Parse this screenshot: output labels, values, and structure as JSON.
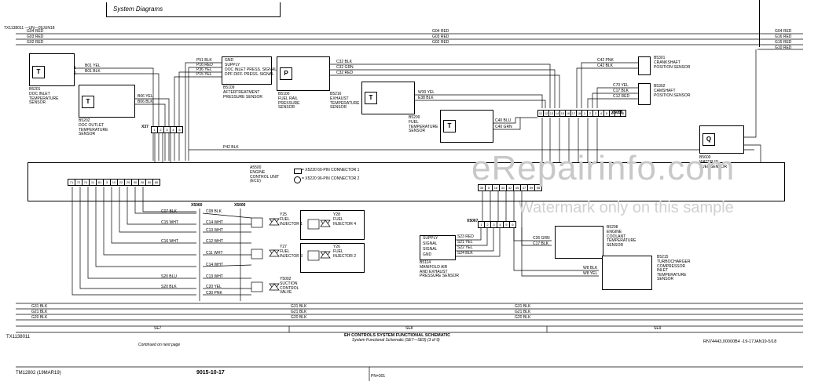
{
  "header": {
    "title": "System Diagrams"
  },
  "figure_id_top": "TX1138011 —UN—09JUN18",
  "top_buses": {
    "left": [
      "G04 RED",
      "G03 RED",
      "G02 RED"
    ],
    "mid": [
      "G04 RED",
      "G03 RED",
      "G02 RED"
    ],
    "right": [
      "G04 RED",
      "G16 RED",
      "G15 RED",
      "G10 RED"
    ]
  },
  "sensors": {
    "b5201": {
      "id": "B5201",
      "name": "DOC INLET\nTEMPERATURE\nSENSOR",
      "symbol": "T",
      "wires": [
        "B01 YEL",
        "B01 BLK"
      ],
      "pins": [
        "1",
        "2"
      ]
    },
    "b5202": {
      "id": "B5202",
      "name": "DOC OUTLET\nTEMPERATURE\nSENSOR",
      "symbol": "T",
      "wires": [
        "B06 YEL",
        "B06 BLK"
      ],
      "pins": [
        "1",
        "2"
      ]
    },
    "b5109": {
      "id": "B5109",
      "name": "AFTERTREATMENT\nPRESSURE SENSOR",
      "pin_labels": [
        "GND",
        "SUPPLY",
        "DOC INLET PRESS. SIGNAL",
        "DPF DIFF. PRESS. SIGNAL"
      ],
      "wires": [
        "P51 BLK",
        "P16 RED",
        "P36 YEL",
        "P15 YEL"
      ]
    },
    "b5100": {
      "id": "B5100",
      "name": "FUEL RAIL\nPRESSURE\nSENSOR",
      "symbol": "P",
      "wires": [
        "C32 BLK",
        "C32 GRN",
        "C32 RED"
      ]
    },
    "b5216": {
      "id": "B5216",
      "name": "EXHAUST\nTEMPERATURE\nSENSOR",
      "symbol": "T",
      "wires": [
        "W30 YEL",
        "E38 BLK"
      ]
    },
    "b5209": {
      "id": "B5209",
      "name": "FUEL\nTEMPERATURE\nSENSOR",
      "symbol": "T",
      "wires": [
        "C40 BLU",
        "C40 GRN"
      ]
    },
    "b5301": {
      "id": "B5301",
      "name": "CRANKSHAFT\nPOSITION SENSOR",
      "wires": [
        "C42 PNK",
        "C42 BLK"
      ]
    },
    "b5302": {
      "id": "B5302",
      "name": "CAMSHAFT\nPOSITION SENSOR",
      "wires": [
        "C70 YEL",
        "C17 BLK",
        "C12 RED"
      ]
    },
    "b5600": {
      "id": "B5600",
      "name": "WATER-IN-\nFUEL SENSOR",
      "symbol": "Q"
    },
    "b5114": {
      "id": "B5114",
      "name": "MANIFOLD AIR\nAND EXHAUST\nPRESSURE SENSOR",
      "pin_labels": [
        "SUPPLY",
        "SIGNAL",
        "SIGNAL",
        "GND"
      ],
      "wires": [
        "S23 RED",
        "S21 YEL",
        "S22 YEL",
        "S24 BLK"
      ]
    },
    "b5208": {
      "id": "B5208",
      "name": "ENGINE\nCOOLANT\nTEMPERATURE\nSENSOR",
      "wires": [
        "C26 GRN",
        "C17 BLK"
      ]
    },
    "b5215": {
      "id": "B5215",
      "name": "TURBOCHARGER\nCOMPRESSOR\nINLET\nTEMPERATURE\nSENSOR",
      "wires": [
        "W8 BLK",
        "W8 YEL"
      ]
    }
  },
  "connectors": {
    "x37": {
      "id": "X37",
      "pins": [
        "1",
        "2",
        "3",
        "4",
        "5"
      ]
    },
    "x5059": {
      "id": "X5059",
      "pins": [
        "11",
        "12",
        "13",
        "14",
        "15",
        "16",
        "17",
        "18",
        "1",
        "2",
        "3",
        "4",
        "5",
        "6",
        "7",
        "8"
      ]
    },
    "x5067": {
      "id": "X5067",
      "pins": [
        "1",
        "2",
        "3",
        "4",
        "5",
        "6"
      ]
    },
    "x5060": {
      "id": "X5060"
    },
    "x5000": {
      "id": "X5000"
    },
    "p16_ylw": "P42 BLK"
  },
  "ecu": {
    "id": "A5500",
    "name": "ENGINE\nCONTROL UNIT\n(ECU)",
    "legend1": "= X5220 60-PIN CONNECTOR 1",
    "legend2": "= X5220 96-PIN CONNECTOR 2",
    "left_pins": [
      "71",
      "72",
      "74",
      "11",
      "81",
      "3",
      "10",
      "22",
      "29",
      "30",
      "26",
      "50",
      "86"
    ],
    "right_pins": [
      "35",
      "5",
      "18",
      "33",
      "42",
      "45",
      "37",
      "59",
      "55"
    ]
  },
  "injectors": {
    "y25": {
      "id": "Y25",
      "name": "FUEL\nINJECTOR 1"
    },
    "y28": {
      "id": "Y28",
      "name": "FUEL\nINJECTOR 4"
    },
    "y27": {
      "id": "Y27",
      "name": "FUEL\nINJECTOR 3"
    },
    "y26": {
      "id": "Y26",
      "name": "FUEL\nINJECTOR 2"
    },
    "y5002": {
      "id": "Y5002",
      "name": "SUCTION\nCONTROL\nVALVE"
    },
    "wires_upper": [
      "C14 WHT",
      "C13 WHT",
      "C12 WHT",
      "C11 WHT"
    ],
    "wires_lower": [
      "C14 WHT",
      "C13 WHT",
      "C15 WHT",
      "C16 WHT"
    ],
    "valve_wires": [
      "C20 YEL",
      "C30 PNK"
    ],
    "misc": [
      "C07 BLK",
      "C08 BLK",
      "S20 BLU",
      "S20 BLK"
    ]
  },
  "bottom_buses": {
    "labels_left": [
      "G31 BLK",
      "G21 BLK",
      "G20 BLK"
    ],
    "labels_mid": [
      "G31 BLK",
      "G21 BLK",
      "G20 BLK"
    ],
    "labels_right": [
      "G31 BLK",
      "G21 BLK",
      "G20 BLK"
    ],
    "sections": [
      "SE7",
      "SE8",
      "SE9"
    ]
  },
  "bottom": {
    "figure_id": "TX1138011",
    "schematic_title": "EH CONTROLS SYSTEM FUNCTIONAL SCHEMATIC",
    "schematic_subtitle": "System Functional Schematic (SE7—SE9) (3 of 9)",
    "continued": "Continued on next page",
    "ref": "RN74443,00000B4 -19-17JAN19-5/18",
    "manual": "TM12802 (19MAR19)",
    "page": "9015-10-17",
    "page_small": "PN=301"
  },
  "watermark": {
    "main": "eRepairinfo.com",
    "sub": "Watermark only on this sample"
  }
}
